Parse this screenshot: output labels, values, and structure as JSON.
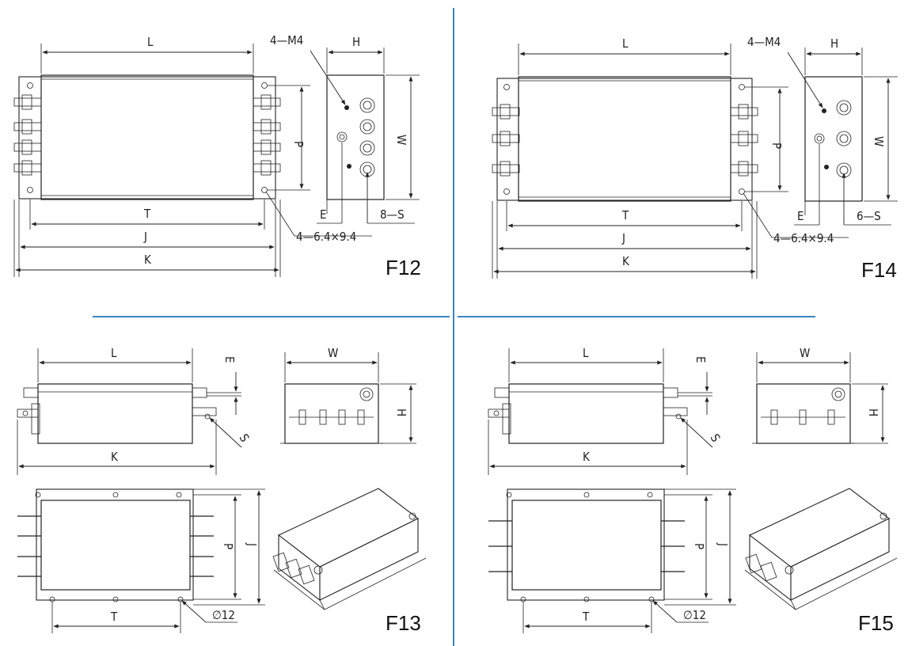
{
  "colors": {
    "divider": "#3a86c4",
    "line": "#222222"
  },
  "panels": {
    "f12": {
      "caption": "F12",
      "L": "L",
      "H": "H",
      "W": "W",
      "P": "P",
      "E": "E",
      "T": "T",
      "J": "J",
      "K": "K",
      "thread": "4—M4",
      "studs": "8—S",
      "holes": "4—6.4×9.4"
    },
    "f14": {
      "caption": "F14",
      "L": "L",
      "H": "H",
      "W": "W",
      "P": "P",
      "E": "E",
      "T": "T",
      "J": "J",
      "K": "K",
      "thread": "4—M4",
      "studs": "6—S",
      "holes": "4—6.4×9.4"
    },
    "f13": {
      "caption": "F13",
      "L": "L",
      "E": "E",
      "W": "W",
      "H": "H",
      "S": "S",
      "K": "K",
      "P": "P",
      "J": "J",
      "T": "T",
      "hole": "∅12"
    },
    "f15": {
      "caption": "F15",
      "L": "L",
      "E": "E",
      "W": "W",
      "H": "H",
      "S": "S",
      "K": "K",
      "P": "P",
      "J": "J",
      "T": "T",
      "hole": "∅12"
    }
  }
}
